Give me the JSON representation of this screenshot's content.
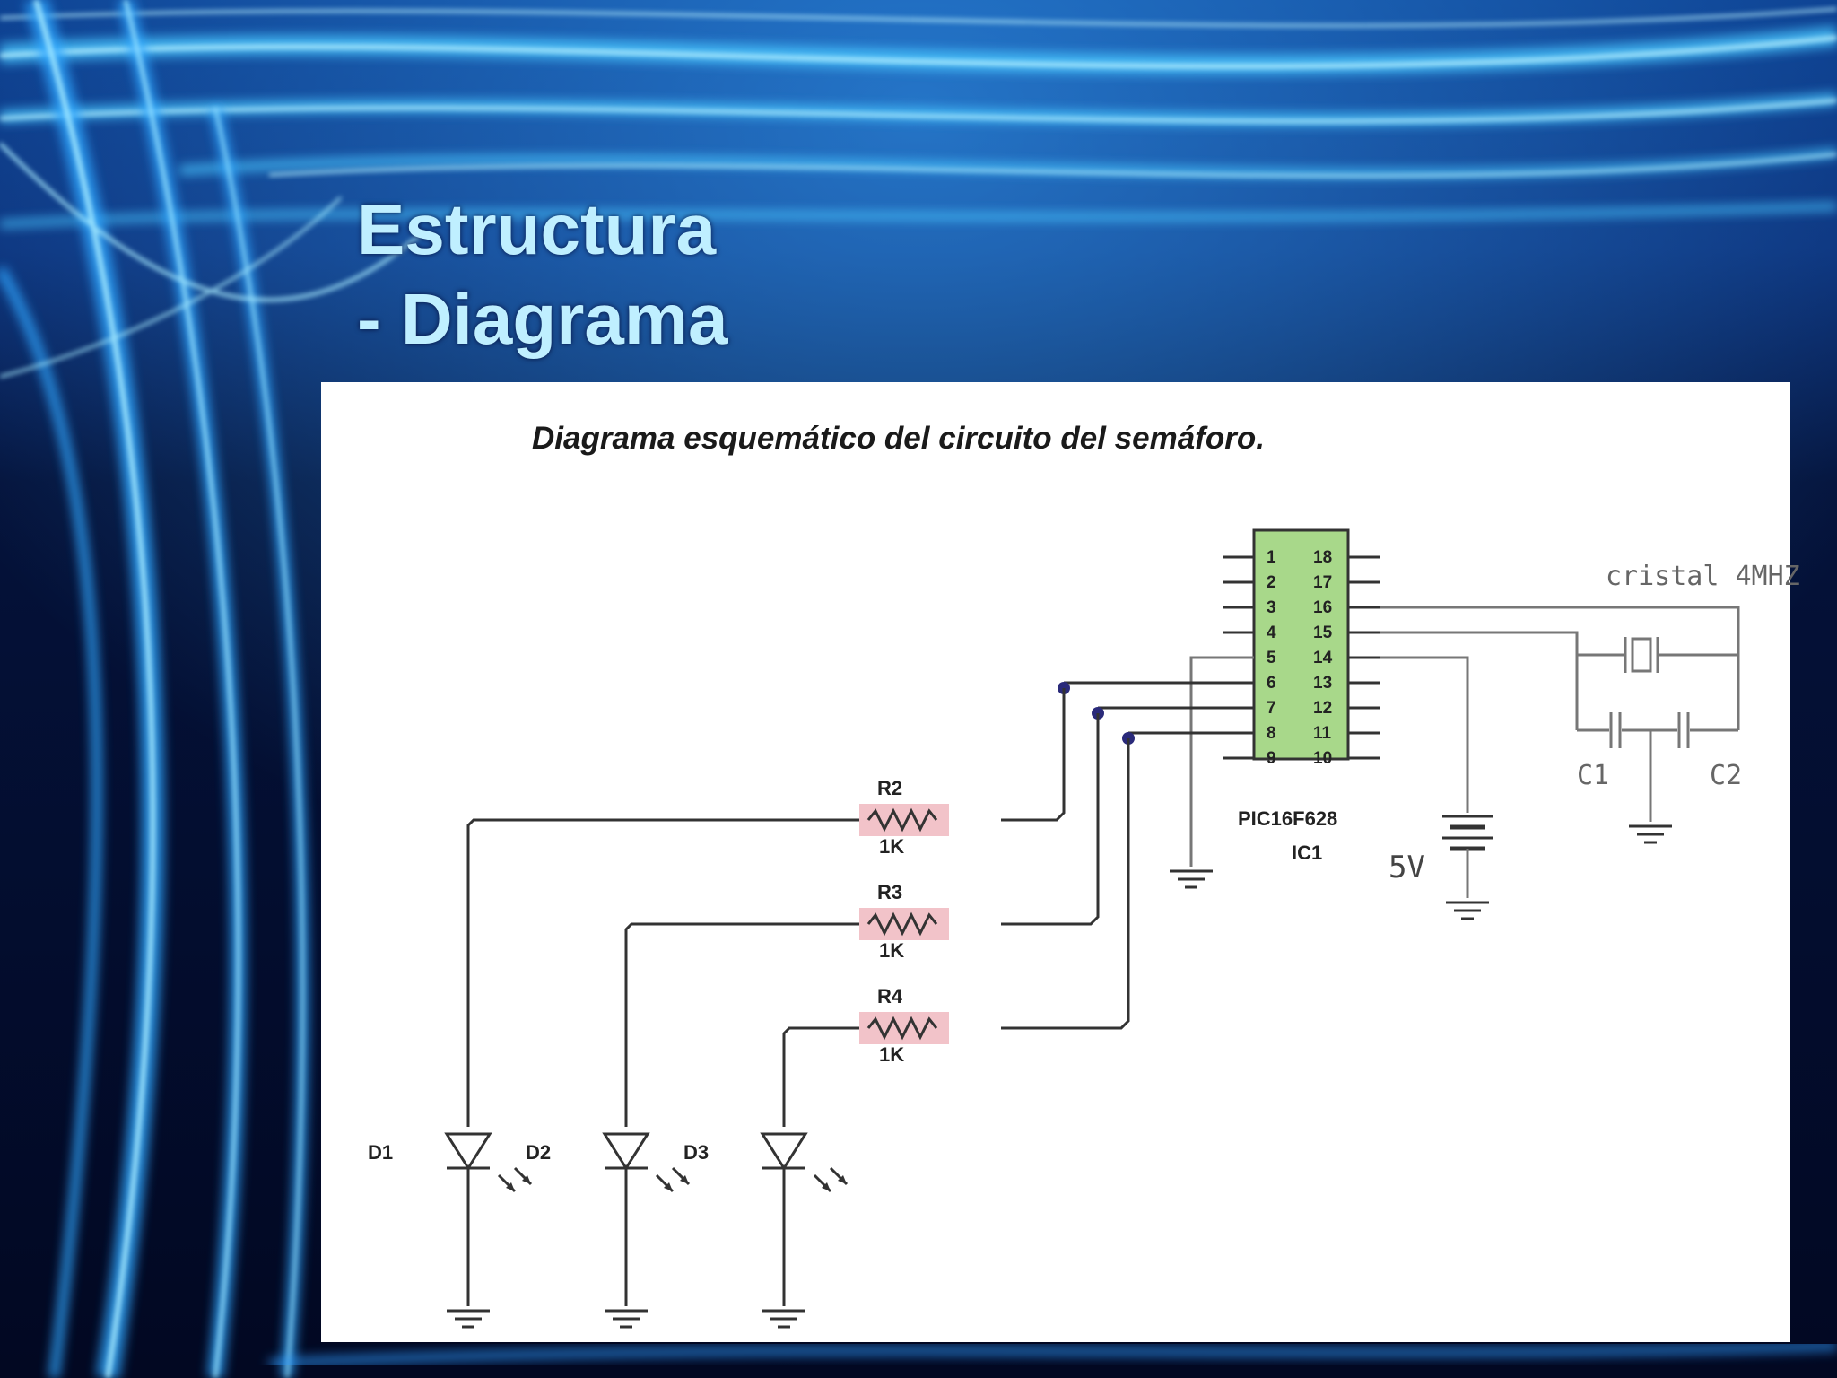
{
  "slide": {
    "title_line_1": "Estructura",
    "title_line_2": "- Diagrama"
  },
  "diagram": {
    "caption": "Diagrama esquemático del circuito del semáforo.",
    "chip": {
      "part": "PIC16F628",
      "ref": "IC1",
      "left_pins": [
        "1",
        "2",
        "3",
        "4",
        "5",
        "6",
        "7",
        "8",
        "9"
      ],
      "right_pins": [
        "18",
        "17",
        "16",
        "15",
        "14",
        "13",
        "12",
        "11",
        "10"
      ]
    },
    "crystal_label": "cristal 4MHZ",
    "capacitor_1": "C1",
    "capacitor_2": "C2",
    "supply_label": "5V",
    "resistors": [
      {
        "name": "R2",
        "value": "1K"
      },
      {
        "name": "R3",
        "value": "1K"
      },
      {
        "name": "R4",
        "value": "1K"
      }
    ],
    "leds": [
      "D1",
      "D2",
      "D3"
    ]
  },
  "colors": {
    "background": "#030c2b",
    "title": "#bfefff",
    "chip_fill": "#a8d88a",
    "resistor_highlight": "#f0b8c0",
    "junction_dot": "#2a2a7a"
  }
}
